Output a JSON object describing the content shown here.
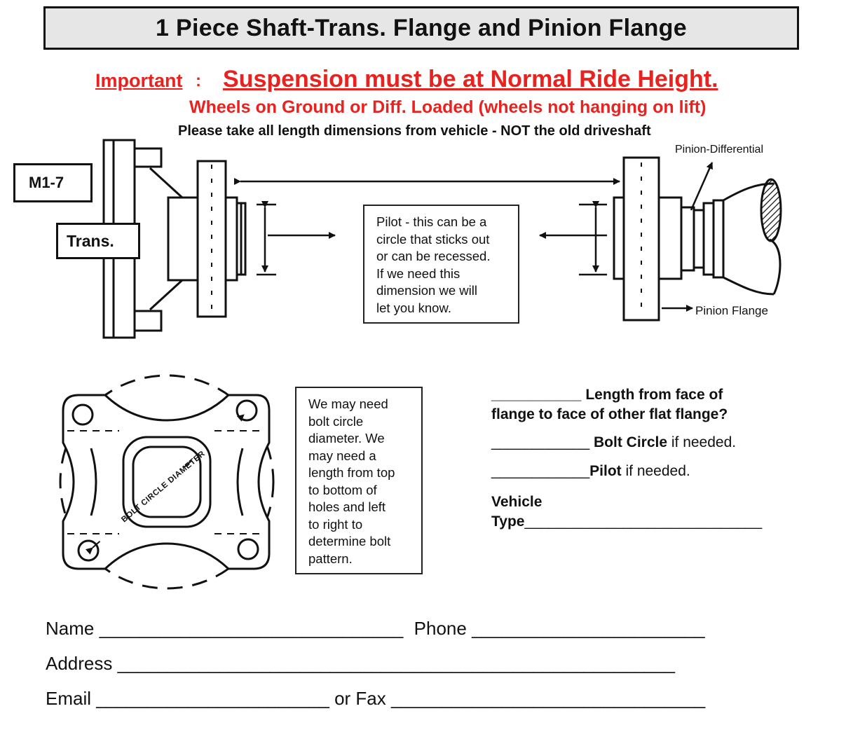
{
  "title": "1 Piece Shaft-Trans. Flange and Pinion Flange",
  "important": {
    "label": "Important",
    "colon": ":",
    "main": "Suspension must be at Normal Ride Height.",
    "sub": "Wheels on Ground or Diff. Loaded (wheels not hanging on lift)"
  },
  "instruction": "Please take all length dimensions from vehicle - NOT the old driveshaft",
  "model_code": "M1-7",
  "labels": {
    "trans": "Trans.",
    "pinion_differential": "Pinion-Differential",
    "pinion_flange": "Pinion Flange",
    "bolt_circle_diameter": "BOLT CIRCLE DIAMETER"
  },
  "pilot_note": [
    "Pilot - this can be a",
    "circle that sticks out",
    "or can be recessed.",
    "If we need this",
    "dimension we will",
    "let you know."
  ],
  "bolt_note": [
    "We may need",
    "bolt circle",
    "diameter.  We",
    "may need a",
    "length from top",
    "to bottom of",
    "holes and left",
    "to right to",
    "determine bolt",
    "pattern."
  ],
  "questions": {
    "length_blank": "___________",
    "length_text_1": " Length from face of",
    "length_text_2": "flange to face of other flat flange?",
    "bolt_blank": "____________ ",
    "bolt_bold": "Bolt Circle",
    "bolt_rest": " if needed.",
    "pilot_blank": "____________",
    "pilot_bold": "Pilot",
    "pilot_rest": " if needed.",
    "vehicle_1": "Vehicle",
    "vehicle_2": "Type",
    "vehicle_blank": "_____________________________"
  },
  "form": {
    "name_label": "Name",
    "name_blank": "______________________________",
    "phone_label": "Phone",
    "phone_blank": "_______________________",
    "address_label": "Address",
    "address_blank": "_______________________________________________________",
    "email_label": "Email",
    "email_blank": "_______________________",
    "fax_label": "or Fax",
    "fax_blank": "_______________________________"
  }
}
